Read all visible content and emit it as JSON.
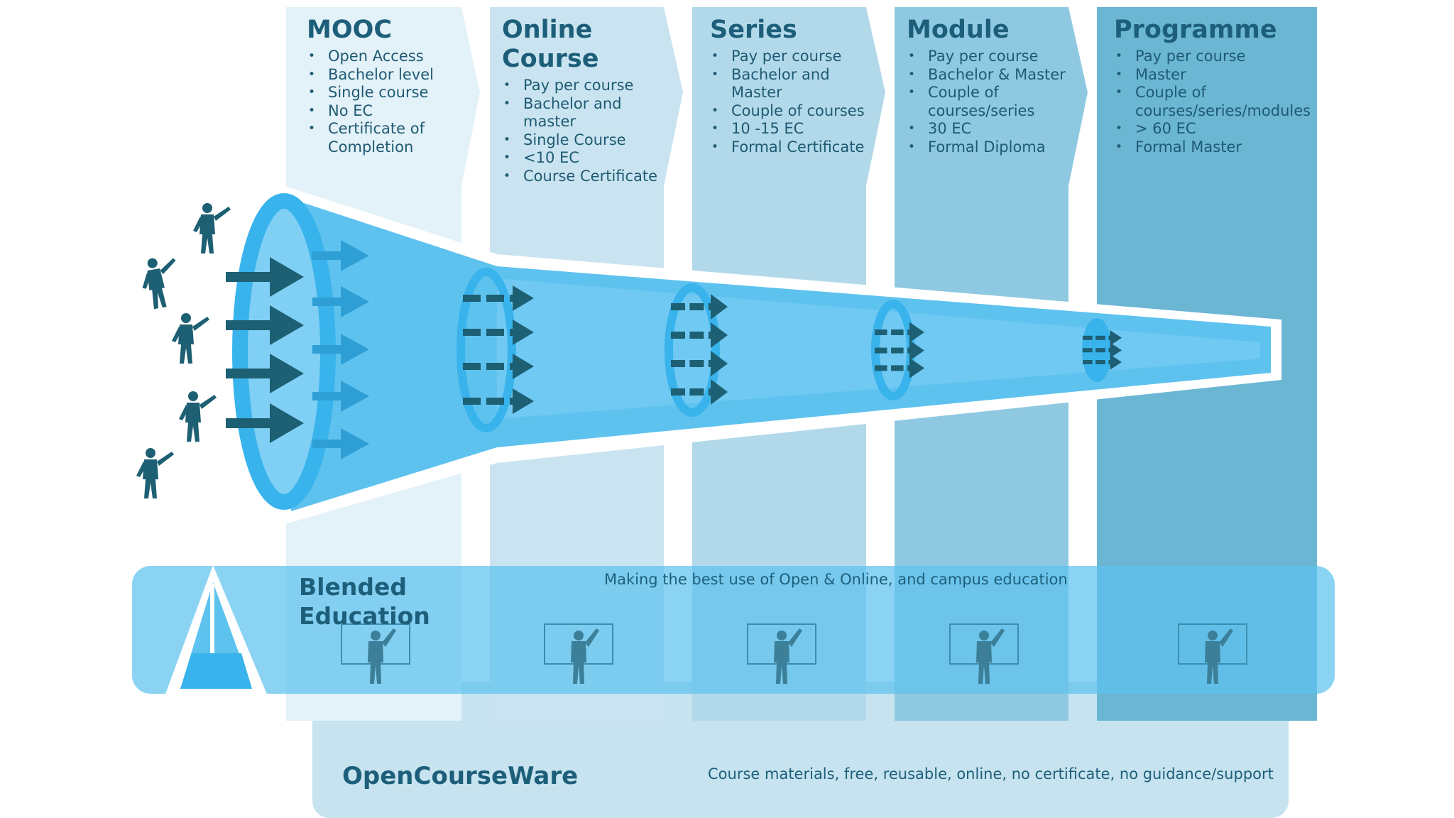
{
  "stages": [
    {
      "title": "MOOC",
      "items": [
        "Open Access",
        "Bachelor level",
        "Single course",
        "No EC",
        "Certificate of Completion"
      ]
    },
    {
      "title": "Online Course",
      "items": [
        "Pay per course",
        "Bachelor and master",
        "Single Course",
        "<10 EC",
        "Course Certificate"
      ]
    },
    {
      "title": "Series",
      "items": [
        "Pay per course",
        "Bachelor and Master",
        "Couple of courses",
        "10 -15 EC",
        "Formal Certificate"
      ]
    },
    {
      "title": "Module",
      "items": [
        "Pay per course",
        "Bachelor & Master",
        "Couple of courses/series",
        "30 EC",
        "Formal Diploma"
      ]
    },
    {
      "title": "Programme",
      "items": [
        "Pay per course",
        "Master",
        "Couple of courses/series/modules",
        "> 60 EC",
        "Formal Master"
      ]
    }
  ],
  "blended": {
    "title": "Blended Education",
    "subtitle": "Making the best use of Open & Online, and campus education"
  },
  "ocw": {
    "title": "OpenCourseWare",
    "description": "Course materials, free, reusable, online, no certificate, no guidance/support"
  },
  "colors": {
    "column_1": "#e3f1f8",
    "column_2": "#c9e4f0",
    "column_3": "#b2d9ea",
    "column_4": "#8fc9e1",
    "column_5": "#6ab6d3",
    "funnel": "#5ec2ef",
    "funnel_ring": "#39b3ec",
    "arrow": "#1d5f73",
    "text": "#1d5f7a"
  },
  "icons": [
    "person-running-icon",
    "teacher-at-board-icon",
    "funnel-arrow-icon",
    "blended-triangle-icon"
  ]
}
